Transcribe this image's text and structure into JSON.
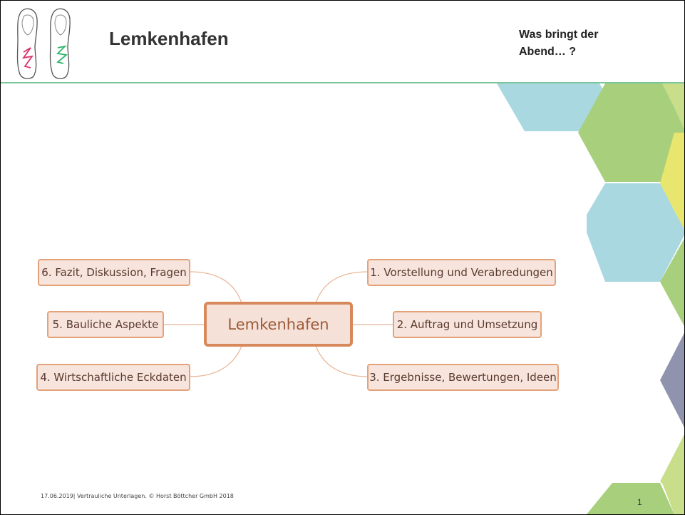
{
  "header": {
    "title": "Lemkenhafen",
    "subtitle": "Was bringt der\nAbend… ?"
  },
  "mindmap": {
    "center": "Lemkenhafen",
    "left_nodes": [
      "6. Fazit, Diskussion, Fragen",
      "5. Bauliche Aspekte",
      "4. Wirtschaftliche Eckdaten"
    ],
    "right_nodes": [
      "1. Vorstellung und Verabredungen",
      "2. Auftrag und Umsetzung",
      "3. Ergebnisse, Bewertungen, Ideen"
    ]
  },
  "footer": {
    "text": "17.06.2019| Vertrauliche Unterlagen. © Horst Böttcher GmbH 2018",
    "page_number": "1"
  },
  "colors": {
    "header_line": "#7cc59a",
    "node_border": "#e3a27a",
    "node_fill": "#f7e4dc",
    "hex_blue": "#a9d8e0",
    "hex_green": "#a8d07c",
    "hex_yellow": "#e8e66e",
    "hex_gray": "#8f93ad"
  }
}
